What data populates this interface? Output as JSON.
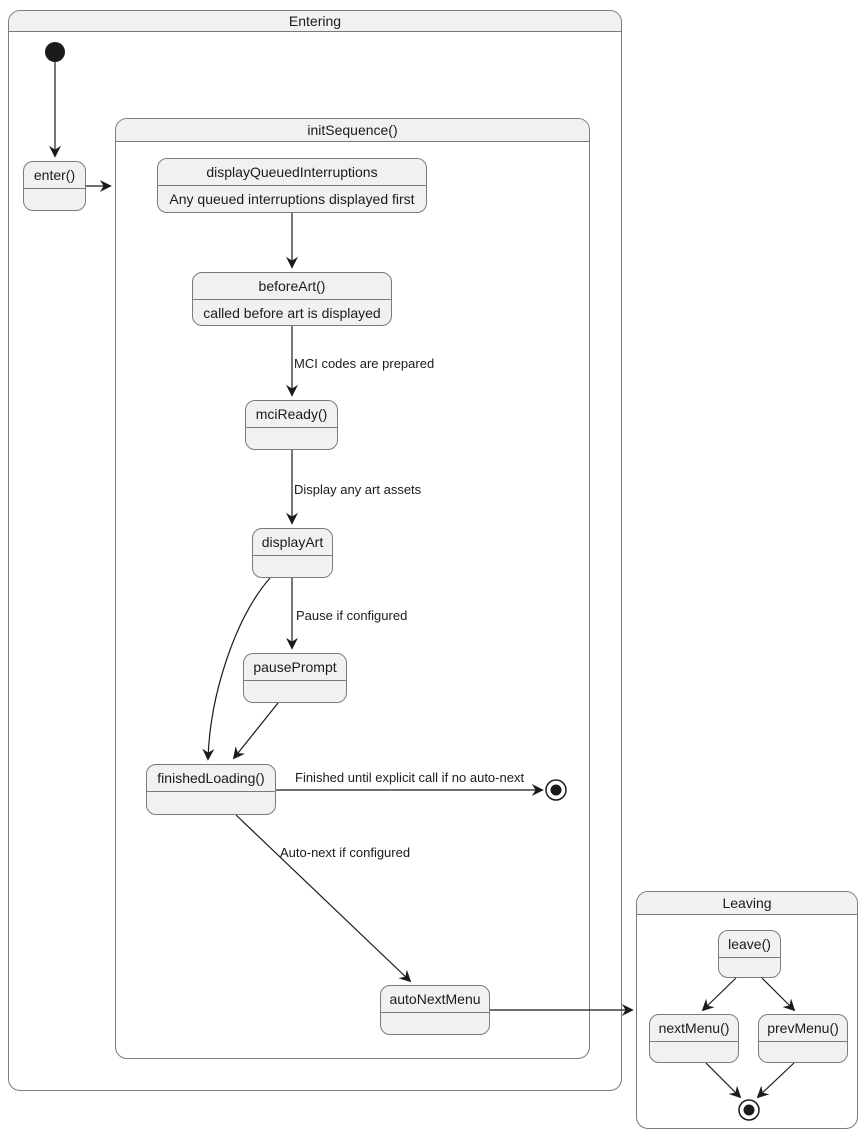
{
  "containers": {
    "entering": {
      "title": "Entering"
    },
    "init_sequence": {
      "title": "initSequence()"
    },
    "leaving": {
      "title": "Leaving"
    }
  },
  "states": {
    "enter": {
      "label": "enter()"
    },
    "display_queued_interruptions": {
      "label": "displayQueuedInterruptions",
      "description": "Any queued interruptions displayed first"
    },
    "before_art": {
      "label": "beforeArt()",
      "description": "called before art is displayed"
    },
    "mci_ready": {
      "label": "mciReady()"
    },
    "display_art": {
      "label": "displayArt"
    },
    "pause_prompt": {
      "label": "pausePrompt"
    },
    "finished_loading": {
      "label": "finishedLoading()"
    },
    "auto_next_menu": {
      "label": "autoNextMenu"
    },
    "leave": {
      "label": "leave()"
    },
    "next_menu": {
      "label": "nextMenu()"
    },
    "prev_menu": {
      "label": "prevMenu()"
    }
  },
  "edge_labels": {
    "mci_codes_prepared": "MCI codes are prepared",
    "display_art_assets": "Display any art assets",
    "pause_if_configured": "Pause if configured",
    "finished_until_explicit": "Finished until explicit call if no auto-next",
    "auto_next_if_configured": "Auto-next if configured"
  },
  "colors": {
    "state_fill": "#f1f1f1",
    "state_border": "#7b7b7b",
    "arrow": "#1b1b1b",
    "text": "#1b1b1b",
    "background": "#ffffff"
  }
}
